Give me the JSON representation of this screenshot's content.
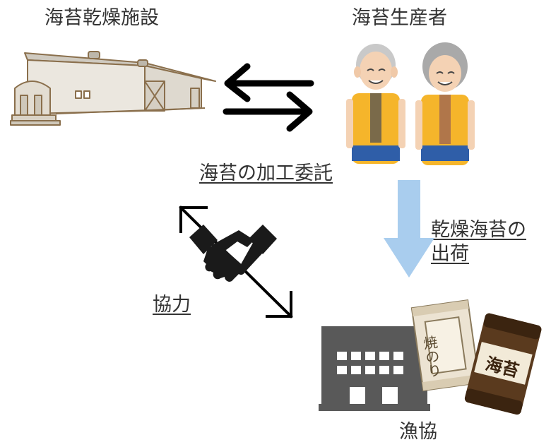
{
  "labels": {
    "drying_facility": "海苔乾燥施設",
    "producers": "海苔生産者",
    "processing": "海苔の加工委託",
    "shipment_line1": "乾燥海苔の",
    "shipment_line2": "出荷",
    "cooperation": "協力",
    "fisheries_coop": "漁協"
  },
  "package_text": {
    "yakinori": "焼のり",
    "nori": "海苔"
  },
  "colors": {
    "text": "#333333",
    "arrow_black": "#000000",
    "shipment_arrow": "#a9cdee",
    "building_gray": "#595959",
    "vest_orange": "#f5b52b",
    "package_brown": "#5a3a1e"
  }
}
